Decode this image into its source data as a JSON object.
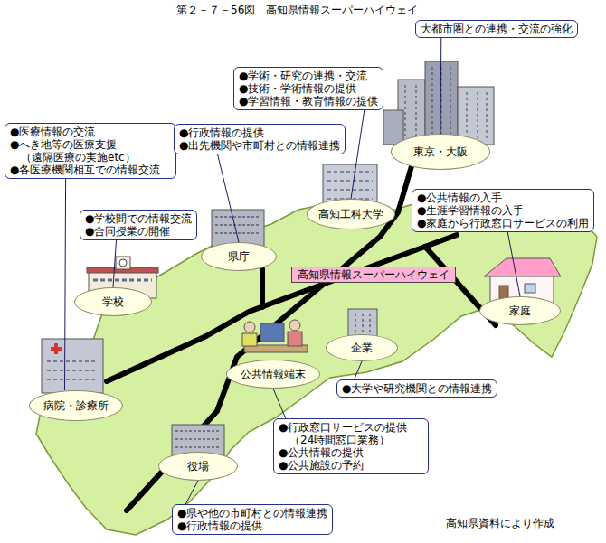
{
  "diagram": {
    "title": "第２－７－56図　高知県情報スーパーハイウェイ",
    "nodes": [
      {
        "text": [
          "大都市圏との連携・交流の強化"
        ]
      },
      {
        "text": [
          "●学術・研究の連携・交流",
          "●技術・学術情報の提供",
          "●学習情報・教育情報の提供"
        ]
      },
      {
        "text": [
          "●医療情報の交流",
          "●へき地等の医療支援 （遠隔医療の実施etc）",
          "●各医療機関相互での情報交流"
        ]
      },
      {
        "text": [
          "●行政情報の提供",
          "●出先機関や市町村との情報連携"
        ]
      },
      {
        "text": [
          "●公共情報の入手",
          "●生涯学習情報の入手",
          "●家庭から行政窓口サービスの利用"
        ]
      },
      {
        "text": [
          "●学校間での情報交流",
          "●合同授業の開催"
        ]
      },
      {
        "text": [
          "東京・大阪"
        ]
      },
      {
        "text": [
          "高知工科大学"
        ]
      },
      {
        "text": [
          "県庁"
        ]
      },
      {
        "text": [
          "高知県情報スーパーハイウェイ"
        ]
      },
      {
        "text": [
          "家庭"
        ]
      },
      {
        "text": [
          "学校"
        ]
      },
      {
        "text": [
          "企業"
        ]
      },
      {
        "text": [
          "公共情報端末"
        ]
      },
      {
        "text": [
          "病院・診療所"
        ]
      },
      {
        "text": [
          "●大学や研究機関との情報連携"
        ]
      },
      {
        "text": [
          "●行政窓口サービスの提供 （24時間窓口業務）",
          "●公共情報の提供",
          "●公共施設の予約"
        ]
      },
      {
        "text": [
          "役場"
        ]
      },
      {
        "text": [
          "●県や他の市町村との情報連携",
          "●行政情報の提供"
        ]
      }
    ],
    "edges": [
      {
        "from": 0,
        "to": 6,
        "arrow": "none"
      },
      {
        "from": 1,
        "to": 7,
        "arrow": "none"
      },
      {
        "from": 2,
        "to": 14,
        "arrow": "none"
      },
      {
        "from": 3,
        "to": 8,
        "arrow": "none"
      },
      {
        "from": 4,
        "to": 10,
        "arrow": "none"
      },
      {
        "from": 5,
        "to": 11,
        "arrow": "none"
      },
      {
        "from": 15,
        "to": 12,
        "arrow": "none"
      },
      {
        "from": 16,
        "to": 13,
        "arrow": "none"
      },
      {
        "from": 18,
        "to": 17,
        "arrow": "none"
      }
    ],
    "labels": [
      "高知県資料により作成"
    ]
  }
}
